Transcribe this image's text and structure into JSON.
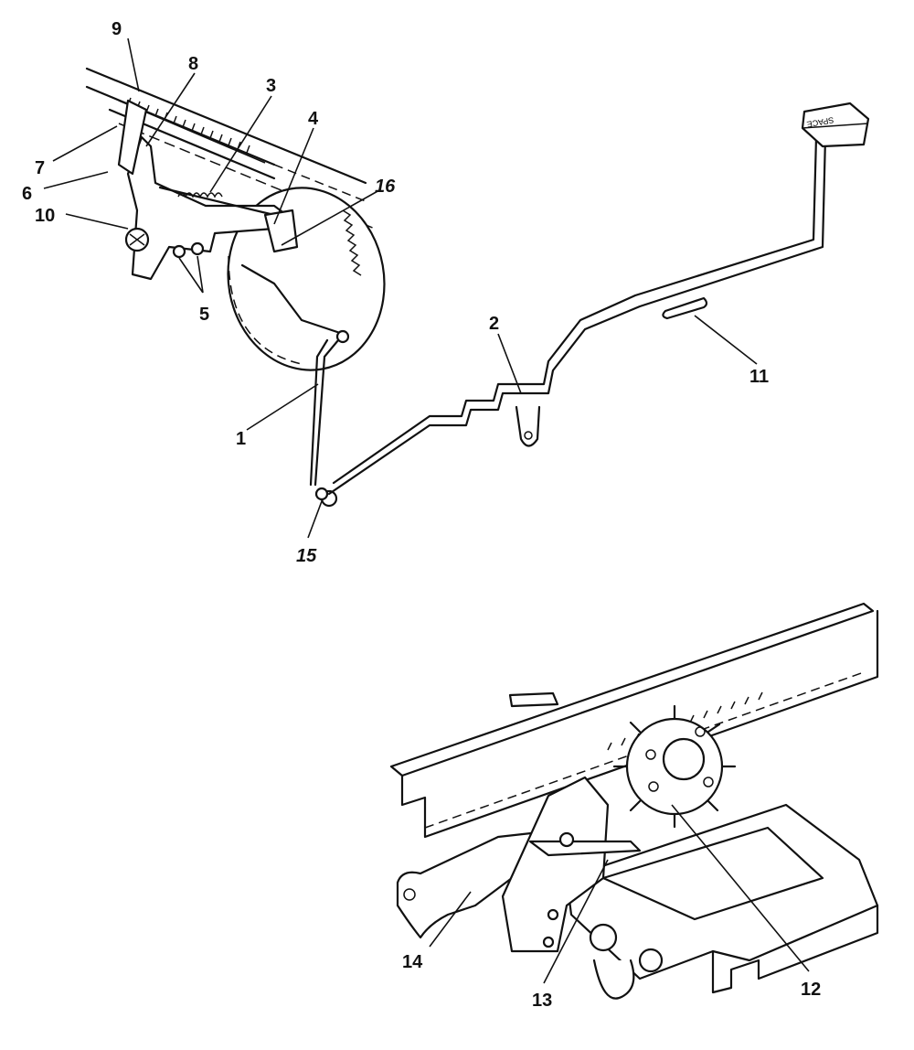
{
  "figure": {
    "key_text": "SPACE",
    "callouts": [
      {
        "id": "1",
        "text": "1"
      },
      {
        "id": "2",
        "text": "2"
      },
      {
        "id": "3",
        "text": "3"
      },
      {
        "id": "4",
        "text": "4"
      },
      {
        "id": "5",
        "text": "5"
      },
      {
        "id": "6",
        "text": "6"
      },
      {
        "id": "7",
        "text": "7"
      },
      {
        "id": "8",
        "text": "8"
      },
      {
        "id": "9",
        "text": "9"
      },
      {
        "id": "10",
        "text": "10"
      },
      {
        "id": "11",
        "text": "11"
      },
      {
        "id": "12",
        "text": "12"
      },
      {
        "id": "13",
        "text": "13"
      },
      {
        "id": "14",
        "text": "14"
      },
      {
        "id": "15",
        "text": "15"
      },
      {
        "id": "16",
        "text": "16"
      }
    ]
  }
}
